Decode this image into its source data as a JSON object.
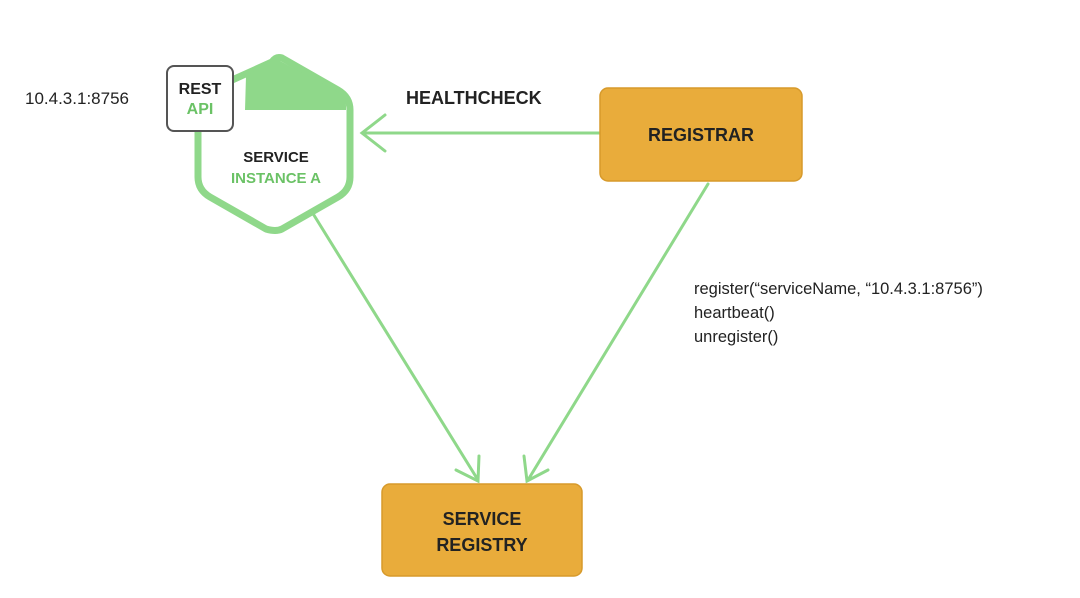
{
  "address_label": "10.4.3.1:8756",
  "service_instance": {
    "line1": "SERVICE",
    "line2": "INSTANCE A"
  },
  "rest_api_badge": {
    "line1": "REST",
    "line2": "API"
  },
  "registrar": {
    "label": "REGISTRAR"
  },
  "service_registry": {
    "line1": "SERVICE",
    "line2": "REGISTRY"
  },
  "healthcheck_label": "HEALTHCHECK",
  "registrar_calls": [
    "register(“serviceName, “10.4.3.1:8756”)",
    "heartbeat()",
    "unregister()"
  ],
  "colors": {
    "green": "#8fd88a",
    "green_text": "#6bc266",
    "orange": "#e9ac3b",
    "orange_border": "#d79a2b",
    "text_dark": "#222222",
    "badge_border": "#555555"
  }
}
